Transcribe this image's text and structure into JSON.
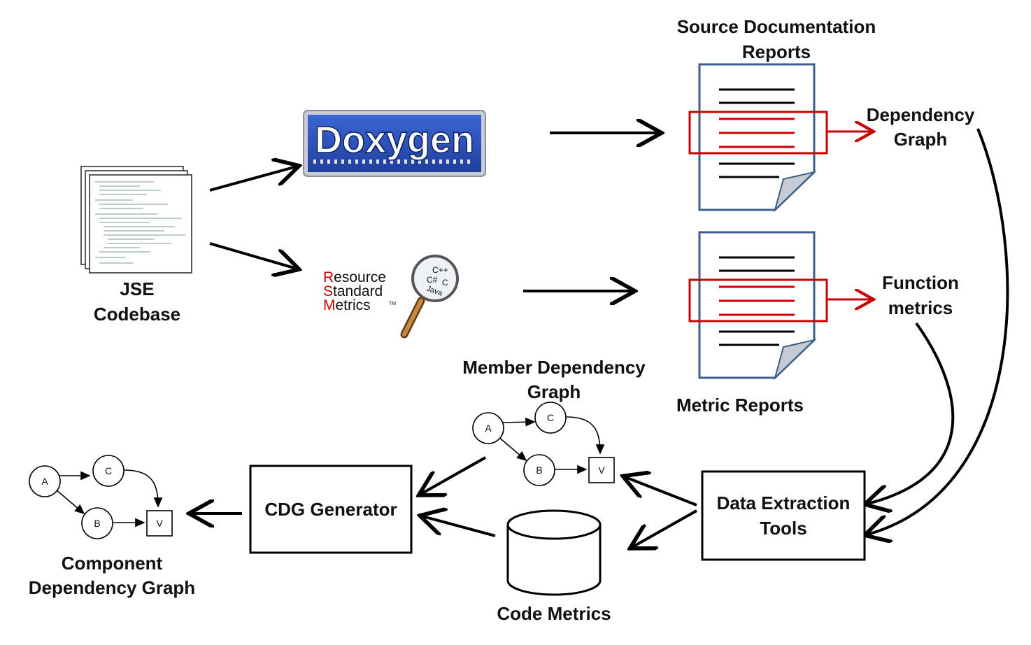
{
  "labels": {
    "jse_line1": "JSE",
    "jse_line2": "Codebase",
    "doxygen": "Doxygen",
    "rsm_line1": "Resource",
    "rsm_line2": "Standard",
    "rsm_line3": "Metrics",
    "rsm_tm": "TM",
    "rsm_lang_cpp": "C++",
    "rsm_lang_cs": "C#",
    "rsm_lang_c": "C",
    "rsm_lang_java": "Java",
    "source_docs_line1": "Source Documentation",
    "source_docs_line2": "Reports",
    "dependency_graph_line1": "Dependency",
    "dependency_graph_line2": "Graph",
    "function_metrics_line1": "Function",
    "function_metrics_line2": "metrics",
    "metric_reports": "Metric Reports",
    "member_graph_line1": "Member Dependency",
    "member_graph_line2": "Graph",
    "data_extraction_line1": "Data Extraction",
    "data_extraction_line2": "Tools",
    "cdg_generator": "CDG Generator",
    "code_metrics": "Code Metrics",
    "component_graph_line1": "Component",
    "component_graph_line2": "Dependency Graph"
  },
  "graph_nodes": {
    "a": "A",
    "b": "B",
    "c": "C",
    "v": "V"
  },
  "colors": {
    "highlight_red": "#cc0000",
    "doc_border": "#3a5f8a",
    "doxygen_blue": "#2b4fb3"
  }
}
